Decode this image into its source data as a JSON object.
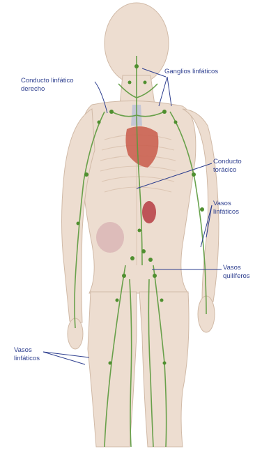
{
  "labels": {
    "conducto_linfatico_derecho": {
      "line1": "Conducto linfático",
      "line2": "derecho"
    },
    "ganglios_linfaticos": {
      "line1": "Ganglios linfáticos"
    },
    "conducto_toracico": {
      "line1": "Conducto",
      "line2": "torácico"
    },
    "vasos_linfaticos_brazo": {
      "line1": "Vasos",
      "line2": "linfáticos"
    },
    "vasos_quiliferos": {
      "line1": "Vasos",
      "line2": "quilíferos"
    },
    "vasos_linfaticos_pierna": {
      "line1": "Vasos",
      "line2": "linfáticos"
    }
  },
  "colors": {
    "label_text": "#2e3f8f",
    "leader_line": "#2e3f8f",
    "skin": "#ead8c8",
    "skin_outline": "#c9ae98",
    "lymph": "#5a9a3c",
    "node": "#4f8f2f",
    "heart": "#c85a4a",
    "kidney": "#b8454a"
  }
}
